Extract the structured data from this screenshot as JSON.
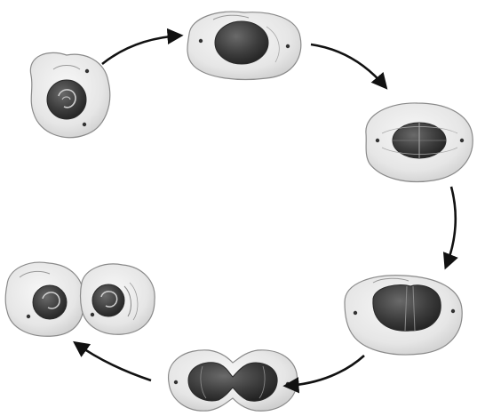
{
  "diagram": {
    "stages": [
      {
        "id": "interphase",
        "nucleus": "round-with-chromatin"
      },
      {
        "id": "prophase",
        "nucleus": "condensing"
      },
      {
        "id": "metaphase",
        "nucleus": "chromosomes-aligned"
      },
      {
        "id": "anaphase",
        "nucleus": "chromosomes-separating"
      },
      {
        "id": "telophase",
        "nucleus": "pinching-into-two"
      },
      {
        "id": "cytokinesis",
        "nucleus": "two-daughter-cells"
      }
    ],
    "cycle_direction": "clockwise",
    "colors": {
      "background": "#ffffff",
      "cell_fill": "#e9e9e9",
      "cell_outline": "#8a8a8a",
      "nucleus_dark": "#3a3a3a",
      "arrow": "#111111"
    }
  }
}
